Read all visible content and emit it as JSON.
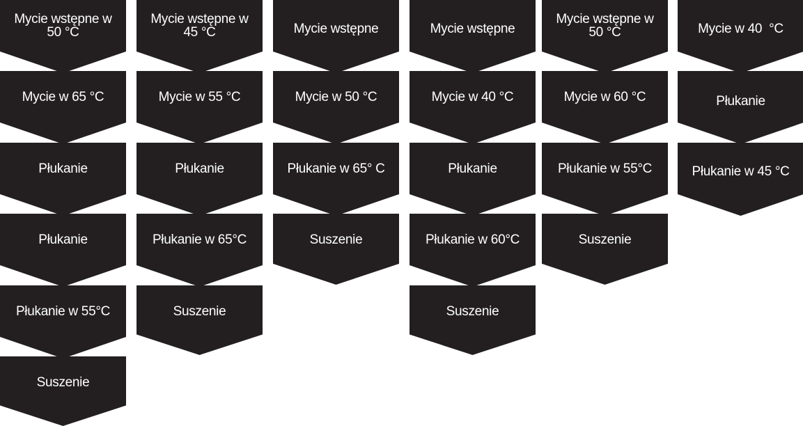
{
  "colors": {
    "box": "#231f20",
    "text": "#ffffff",
    "background": "#ffffff"
  },
  "columns": [
    {
      "steps": [
        "Mycie wstępne w\n50 °C",
        "Mycie w 65 °C",
        "Płukanie",
        "Płukanie",
        "Płukanie w 55°C",
        "Suszenie"
      ]
    },
    {
      "steps": [
        "Mycie wstępne w\n45 °C",
        "Mycie w 55 °C",
        "Płukanie",
        "Płukanie w 65°C",
        "Suszenie"
      ]
    },
    {
      "steps": [
        "Mycie wstępne",
        "Mycie w 50 °C",
        "Płukanie w 65° C",
        "Suszenie"
      ]
    },
    {
      "steps": [
        "Mycie wstępne",
        "Mycie w 40 °C",
        "Płukanie",
        "Płukanie w 60°C",
        "Suszenie"
      ]
    },
    {
      "steps": [
        "Mycie wstępne w\n50 °C",
        "Mycie w 60 °C",
        "Płukanie w 55°C",
        "Suszenie"
      ]
    },
    {
      "steps": [
        "Mycie w 40  °C",
        "Płukanie",
        "Płukanie w 45 °C"
      ]
    }
  ]
}
